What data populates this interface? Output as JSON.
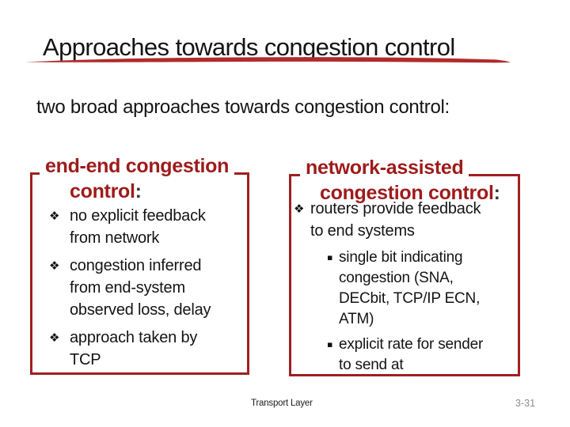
{
  "slide": {
    "title": "Approaches towards congestion control",
    "subtitle": "two broad approaches towards congestion control:",
    "left_box": {
      "heading_line1": "end-end congestion",
      "heading_line2": "control",
      "heading_colon": ":",
      "bullets": [
        {
          "glyph": "❖",
          "text": "no explicit feedback\nfrom network"
        },
        {
          "glyph": "❖",
          "text": "congestion inferred\nfrom end-system\nobserved loss, delay"
        },
        {
          "glyph": "❖",
          "text": "approach taken by\nTCP"
        }
      ]
    },
    "right_box": {
      "heading_line1": "network-assisted",
      "heading_line2": "congestion control",
      "heading_colon": ":",
      "bullets": [
        {
          "glyph": "❖",
          "text": "routers provide feedback\nto end systems"
        },
        {
          "glyph": "▪",
          "text": "single bit indicating\ncongestion (SNA,\nDECbit, TCP/IP ECN,\nATM)"
        },
        {
          "glyph": "▪",
          "text": "explicit rate for sender\nto send at"
        }
      ]
    },
    "footer": {
      "label": "Transport Layer",
      "page": "3-31"
    },
    "colors": {
      "heading_red": "#9e1b1b",
      "border_red": "#9f2020",
      "underline_red": "#b02b2b"
    }
  }
}
